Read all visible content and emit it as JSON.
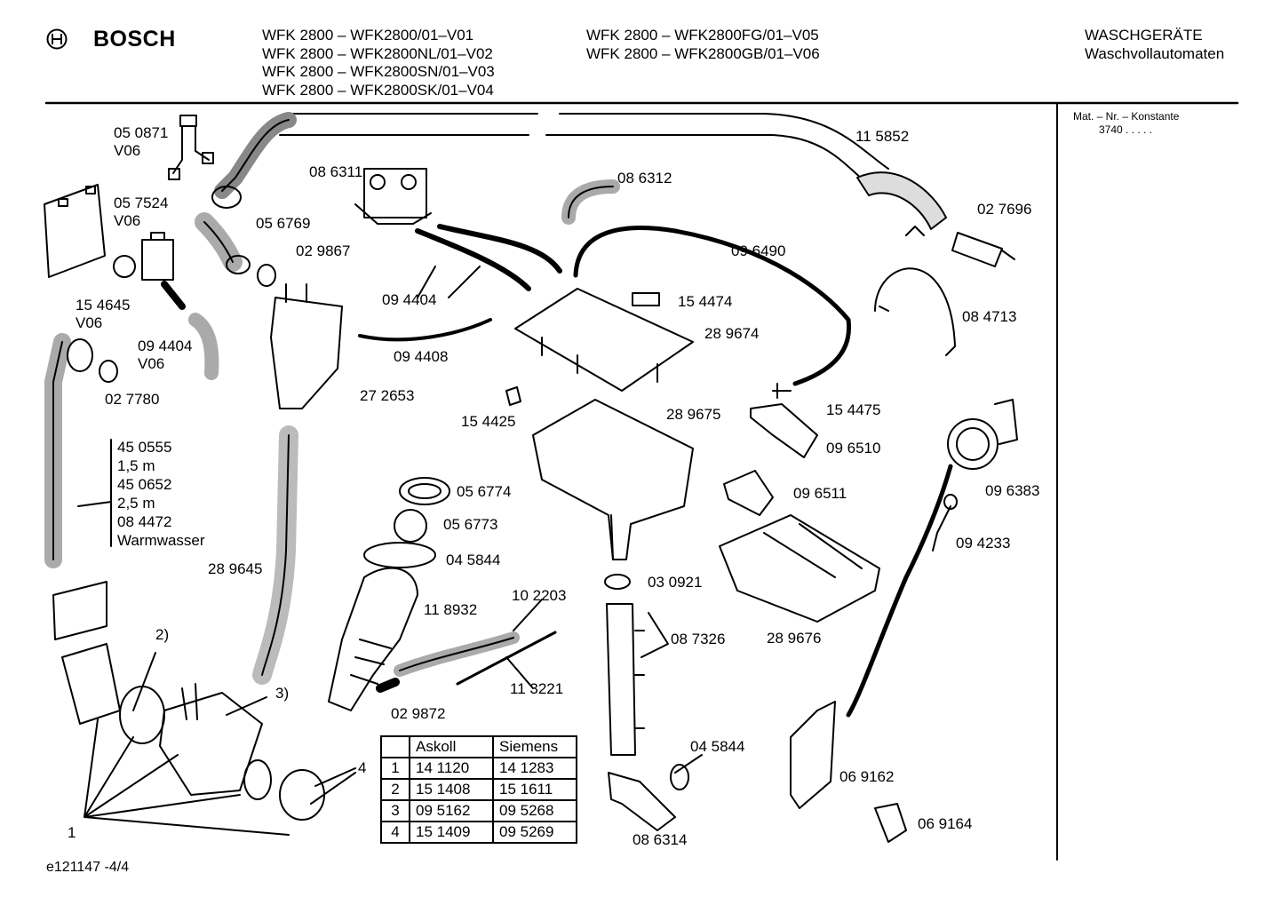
{
  "brand": {
    "name": "BOSCH"
  },
  "header": {
    "models_col1": [
      "WFK 2800 – WFK2800/01–V01",
      "WFK 2800 – WFK2800NL/01–V02",
      "WFK 2800 – WFK2800SN/01–V03",
      "WFK 2800 – WFK2800SK/01–V04"
    ],
    "models_col2": [
      "WFK 2800 – WFK2800FG/01–V05",
      "WFK 2800 – WFK2800GB/01–V06"
    ],
    "category": [
      "WASCHGERÄTE",
      "Waschvollautomaten"
    ]
  },
  "sidebar": {
    "line1": "Mat. – Nr. – Konstante",
    "line2": "3740  .  .  .  .  ."
  },
  "labels": [
    {
      "id": "l1",
      "text": "05 0871\nV06"
    },
    {
      "id": "l2",
      "text": "08 6311"
    },
    {
      "id": "l3",
      "text": "11 5852"
    },
    {
      "id": "l4",
      "text": "08 6312"
    },
    {
      "id": "l5",
      "text": "05 7524\nV06"
    },
    {
      "id": "l6",
      "text": "05 6769"
    },
    {
      "id": "l7",
      "text": "02 9867"
    },
    {
      "id": "l8",
      "text": "02 7696"
    },
    {
      "id": "l9",
      "text": "09 6490"
    },
    {
      "id": "l10",
      "text": "15 4645\nV06"
    },
    {
      "id": "l11",
      "text": "09 4404"
    },
    {
      "id": "l12",
      "text": "15 4474"
    },
    {
      "id": "l13",
      "text": "08 4713"
    },
    {
      "id": "l14",
      "text": "28 9674"
    },
    {
      "id": "l15",
      "text": "09 4404\nV06"
    },
    {
      "id": "l16",
      "text": "09 4408"
    },
    {
      "id": "l17",
      "text": "02 7780"
    },
    {
      "id": "l18",
      "text": "27 2653"
    },
    {
      "id": "l19",
      "text": "15 4425"
    },
    {
      "id": "l20",
      "text": "28 9675"
    },
    {
      "id": "l21",
      "text": "15 4475"
    },
    {
      "id": "l22",
      "text": "45 0555\n1,5 m\n45 0652\n2,5 m\n08 4472\nWarmwasser"
    },
    {
      "id": "l23",
      "text": "09 6510"
    },
    {
      "id": "l24",
      "text": "09 6383"
    },
    {
      "id": "l25",
      "text": "05 6774"
    },
    {
      "id": "l26",
      "text": "09 6511"
    },
    {
      "id": "l27",
      "text": "05 6773"
    },
    {
      "id": "l28",
      "text": "09 4233"
    },
    {
      "id": "l29",
      "text": "04 5844"
    },
    {
      "id": "l30",
      "text": "28 9645"
    },
    {
      "id": "l31",
      "text": "10 2203"
    },
    {
      "id": "l32",
      "text": "03 0921"
    },
    {
      "id": "l33",
      "text": "11 8932"
    },
    {
      "id": "l34",
      "text": "2)"
    },
    {
      "id": "l35",
      "text": "28 9676"
    },
    {
      "id": "l36",
      "text": "08 7326"
    },
    {
      "id": "l37",
      "text": "3)"
    },
    {
      "id": "l38",
      "text": "11 3221"
    },
    {
      "id": "l39",
      "text": "02 9872"
    },
    {
      "id": "l40",
      "text": "04 5844"
    },
    {
      "id": "l41",
      "text": "4"
    },
    {
      "id": "l42",
      "text": "06 9162"
    },
    {
      "id": "l43",
      "text": "06 9164"
    },
    {
      "id": "l44",
      "text": "1"
    },
    {
      "id": "l45",
      "text": "08 6314"
    }
  ],
  "parts_table": {
    "headers": [
      "",
      "Askoll",
      "Siemens"
    ],
    "rows": [
      [
        "1",
        "14 1120",
        "14 1283"
      ],
      [
        "2",
        "15 1408",
        "15 1611"
      ],
      [
        "3",
        "09 5162",
        "09 5268"
      ],
      [
        "4",
        "15 1409",
        "09 5269"
      ]
    ]
  },
  "footer": {
    "doc_id": "e121147 -4/4"
  },
  "icons": {
    "brand_logo": "bosch-armature-icon"
  }
}
